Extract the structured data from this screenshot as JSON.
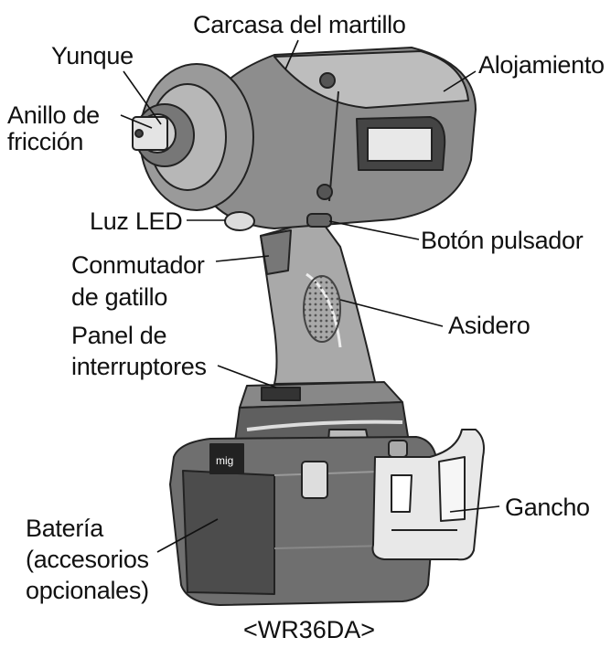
{
  "labels": {
    "hammer_case": "Carcasa del martillo",
    "anvil": "Yunque",
    "housing": "Alojamiento",
    "friction_ring_1": "Anillo de",
    "friction_ring_2": "fricción",
    "led_light": "Luz LED",
    "push_button": "Botón pulsador",
    "trigger_1": "Conmutador",
    "trigger_2": "de gatillo",
    "grip": "Asidero",
    "switch_panel_1": "Panel de",
    "switch_panel_2": "interruptores",
    "hook": "Gancho",
    "battery_1": "Batería",
    "battery_2": "(accesorios",
    "battery_3": "opcionales)"
  },
  "model": "<WR36DA>"
}
